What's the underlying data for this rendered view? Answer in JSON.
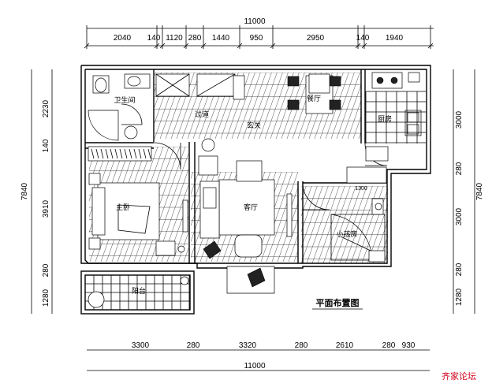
{
  "dimensions": {
    "top_total": "11000",
    "top": [
      "2040",
      "140",
      "1120",
      "280",
      "1440",
      "950",
      "2950",
      "140",
      "1940"
    ],
    "bottom": [
      "3300",
      "280",
      "3320",
      "280",
      "2610",
      "280",
      "930"
    ],
    "bottom_total": "11000",
    "left_total": "7840",
    "left": [
      "2230",
      "140",
      "3910",
      "280",
      "1280"
    ],
    "right_total": "7840",
    "right": [
      "3000",
      "280",
      "3000",
      "280",
      "1280"
    ],
    "inner_note": "1300"
  },
  "rooms": {
    "bathroom": "卫生间",
    "dining": "餐厅",
    "kitchen": "厨房",
    "corridor": "过道",
    "foyer": "玄关",
    "master_bedroom": "主卧",
    "living_room": "客厅",
    "kids_room": "小孩房",
    "balcony": "阳台"
  },
  "plan_title": "平面布置图",
  "watermark": "齐家论坛"
}
